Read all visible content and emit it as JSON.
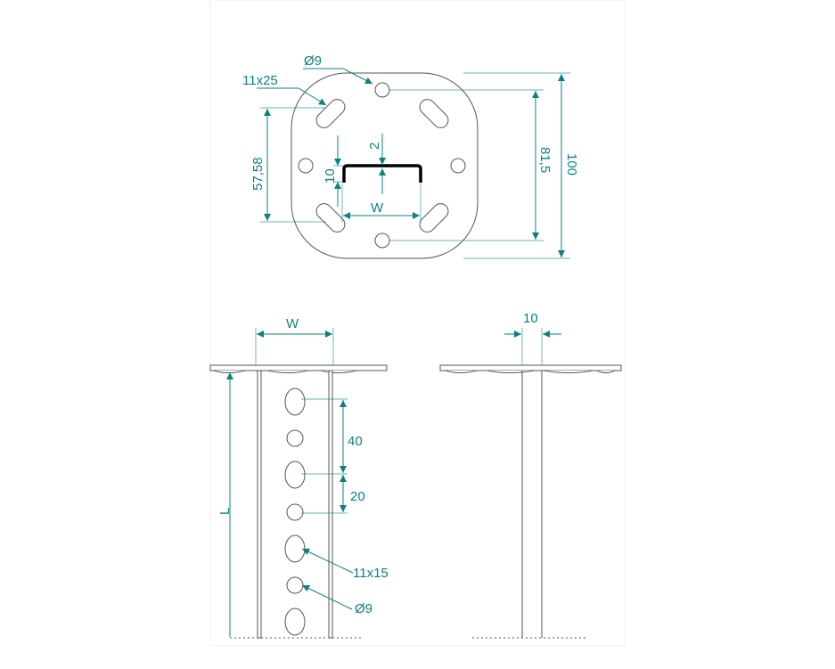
{
  "colors": {
    "dimension": "#0e8080",
    "outline": "#555555",
    "channel": "#000000"
  },
  "top_view": {
    "hole_diameter": "Ø9",
    "slot_size": "11x25",
    "slot_spacing": "57,58",
    "hole_spacing": "81,5",
    "plate_size": "100",
    "channel_height": "10",
    "channel_thickness": "2",
    "channel_width": "W"
  },
  "side_view": {
    "width": "W",
    "length": "L",
    "pitch_large": "40",
    "pitch_small": "20",
    "slot_size": "11x15",
    "hole_diameter": "Ø9"
  },
  "end_view": {
    "thickness": "10"
  }
}
